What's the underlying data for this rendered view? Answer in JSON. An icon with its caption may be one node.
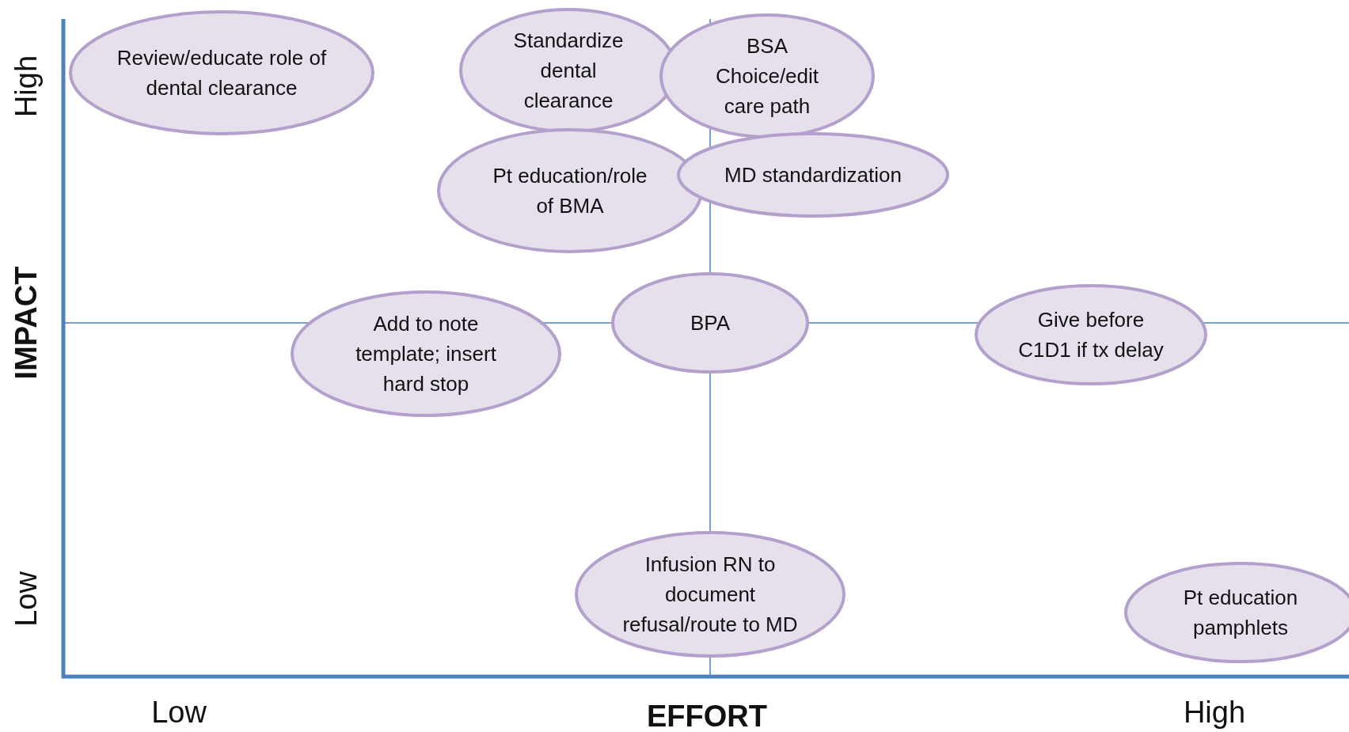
{
  "diagram": {
    "nodes": [
      {
        "text": [
          "Review/educate role of dental clearance"
        ]
      },
      {
        "text": [
          "Standardize dental clearance"
        ]
      },
      {
        "text": [
          "BSA Choice/edit care path"
        ]
      },
      {
        "text": [
          "Pt education/role of BMA"
        ]
      },
      {
        "text": [
          "MD standardization"
        ]
      },
      {
        "text": [
          "Add to note template; insert hard stop"
        ]
      },
      {
        "text": [
          "BPA"
        ]
      },
      {
        "text": [
          "Give before C1D1 if tx delay"
        ]
      },
      {
        "text": [
          "Infusion RN to document refusal/route to MD"
        ]
      },
      {
        "text": [
          "Pt education pamphlets"
        ]
      }
    ],
    "edges": [],
    "labels": [
      "High",
      "IMPACT",
      "Low",
      "Low",
      "EFFORT",
      "High"
    ]
  }
}
